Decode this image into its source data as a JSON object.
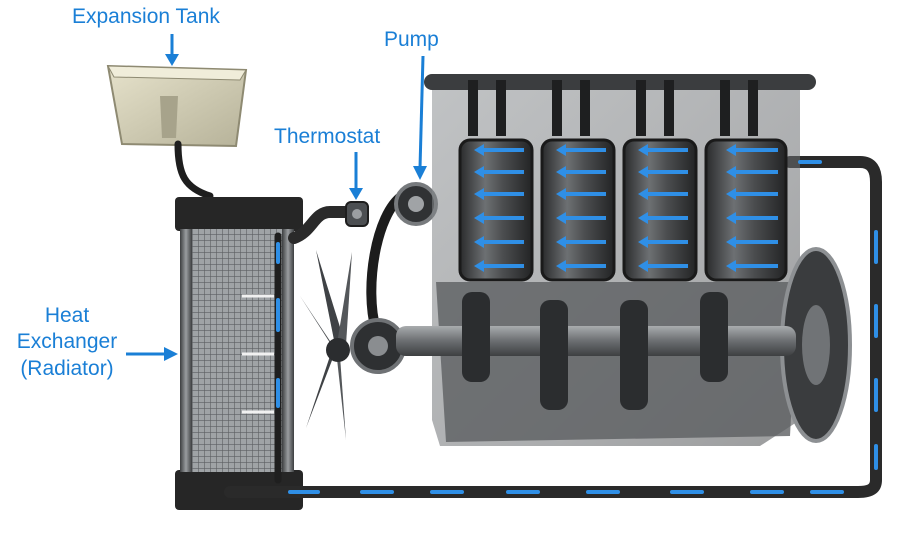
{
  "labels": {
    "expansion_tank": "Expansion Tank",
    "pump": "Pump",
    "thermostat": "Thermostat",
    "heat_exchanger": "Heat",
    "heat_exchanger_2": "Exchanger",
    "heat_exchanger_3": "(Radiator)"
  },
  "colors": {
    "label_blue": "#1a7fd6",
    "flow_blue": "#2f8fe6",
    "pipe": "#2c2c2c",
    "engine_metal": "#7a7d80",
    "tank_beige": "#d9d5bd"
  }
}
